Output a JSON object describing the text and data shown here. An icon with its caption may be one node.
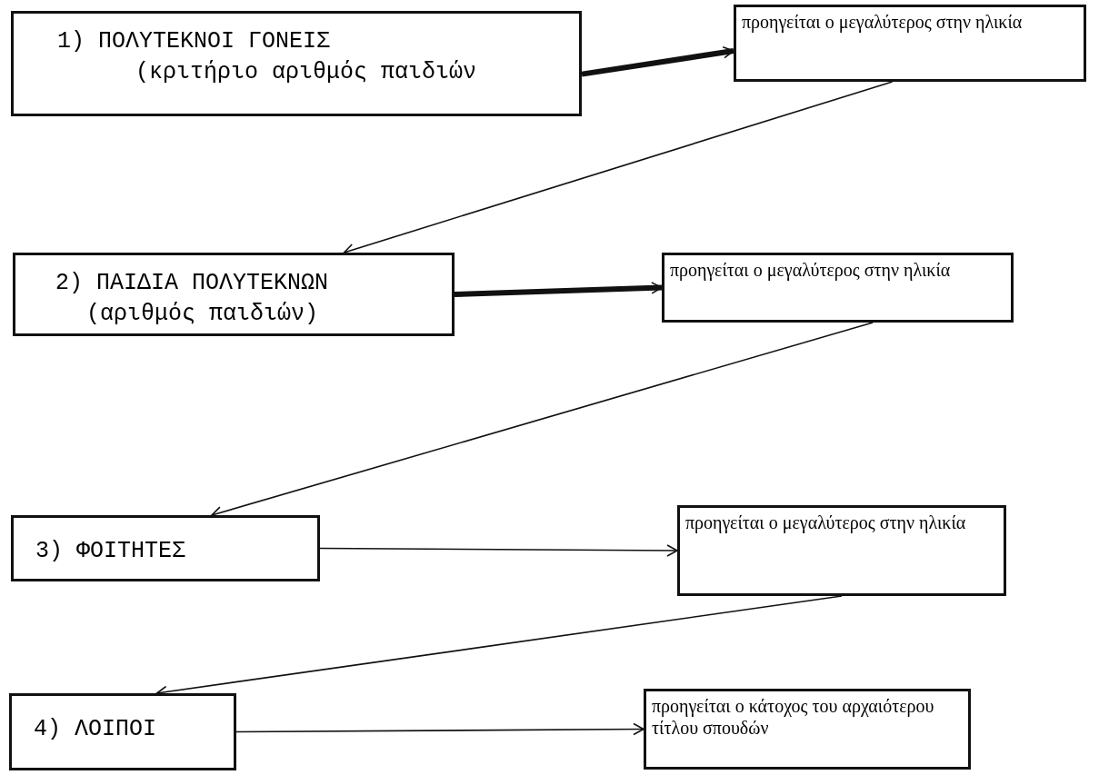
{
  "diagram": {
    "nodes": [
      {
        "text": [
          "1) ΠΟΛΥΤΕΚΝΟΙ ΓΟΝΕΙΣ",
          "(κριτήριο αριθμός παιδιών"
        ]
      },
      {
        "text": [
          "προηγείται ο μεγαλύτερος στην ηλικία"
        ]
      },
      {
        "text": [
          "2) ΠΑΙΔΙΑ ΠΟΛΥΤΕΚΝΩΝ",
          "(αριθμός παιδιών)"
        ]
      },
      {
        "text": [
          "προηγείται ο μεγαλύτερος στην ηλικία"
        ]
      },
      {
        "text": [
          "3) ΦΟΙΤΗΤΕΣ"
        ]
      },
      {
        "text": [
          "προηγείται ο μεγαλύτερος στην ηλικία"
        ]
      },
      {
        "text": [
          "4) ΛΟΙΠΟΙ"
        ]
      },
      {
        "text": [
          "προηγείται ο κάτοχος του αρχαιότερου τίτλου σπουδών"
        ]
      }
    ],
    "edges": [
      {
        "from": 0,
        "to": 1,
        "arrow": "to",
        "style": "thick"
      },
      {
        "from": 1,
        "to": 2,
        "arrow": "to"
      },
      {
        "from": 2,
        "to": 3,
        "arrow": "to",
        "style": "thick"
      },
      {
        "from": 3,
        "to": 4,
        "arrow": "to"
      },
      {
        "from": 4,
        "to": 5,
        "arrow": "to"
      },
      {
        "from": 5,
        "to": 6,
        "arrow": "to"
      },
      {
        "from": 6,
        "to": 7,
        "arrow": "to"
      }
    ]
  }
}
